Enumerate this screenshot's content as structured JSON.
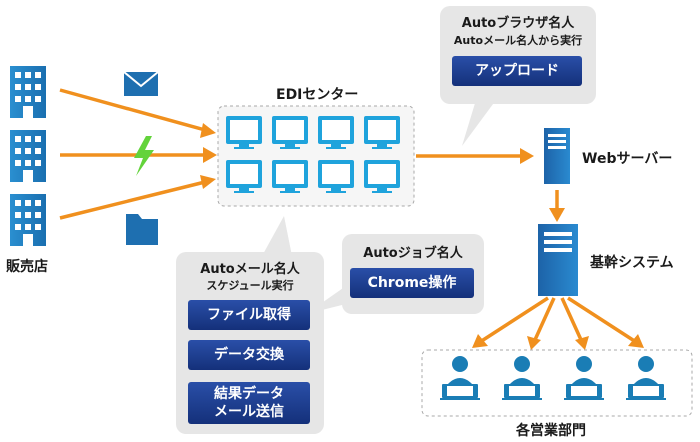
{
  "edi_center": {
    "label": "EDIセンター"
  },
  "retail": {
    "label": "販売店"
  },
  "web_server": {
    "label": "Webサーバー"
  },
  "core_system": {
    "label": "基幹システム"
  },
  "departments": {
    "label": "各営業部門"
  },
  "browser_callout": {
    "title": "Autoブラウザ名人",
    "subtitle": "Autoメール名人から実行",
    "button": "アップロード"
  },
  "mail_callout": {
    "title": "Autoメール名人",
    "subtitle": "スケジュール実行",
    "steps": [
      "ファイル取得",
      "データ交換",
      "結果データ",
      "メール送信"
    ]
  },
  "job_callout": {
    "title": "Autoジョブ名人",
    "button": "Chrome操作"
  },
  "colors": {
    "arrow": "#f0901e",
    "navy": "#1e3f8f",
    "cyan": "#1fa3dc",
    "teal": "#1a7db5",
    "callout": "#e6e6e6",
    "lightning": "#63d33b"
  }
}
